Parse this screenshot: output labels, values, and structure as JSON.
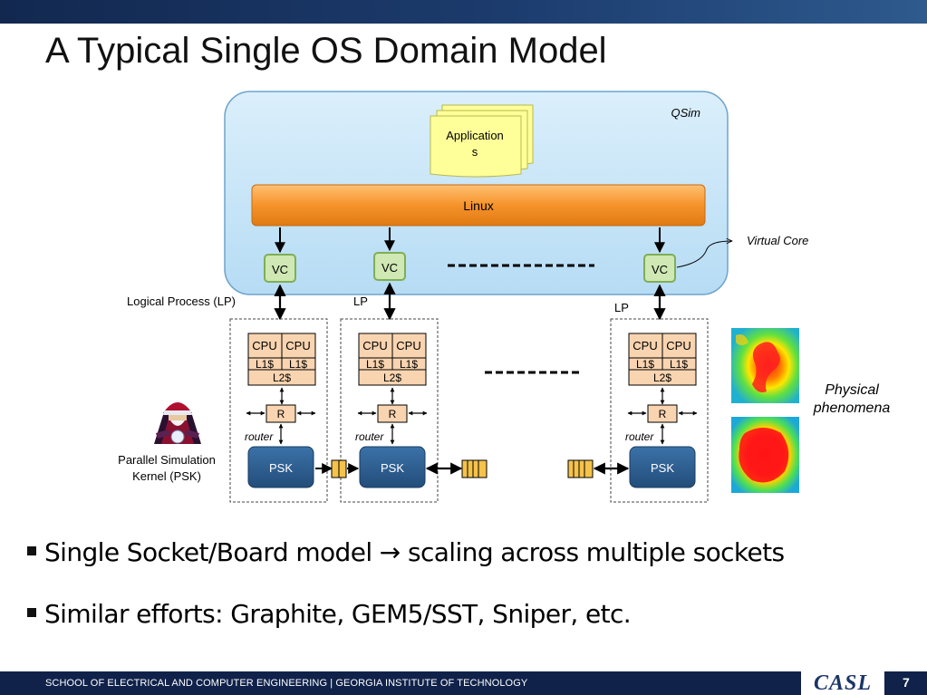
{
  "title": "A Typical Single OS Domain Model",
  "diagram": {
    "qsim_label": "QSim",
    "applications_label": "Application s",
    "applications_line1": "Application",
    "applications_line2": "s",
    "linux_label": "Linux",
    "vc_label": "VC",
    "virtual_core_label": "Virtual Core",
    "lp_full_label": "Logical Process (LP)",
    "lp_label": "LP",
    "cpu_label": "CPU",
    "l1_label": "L1$",
    "l2_label": "L2$",
    "router_box_label": "R",
    "router_label": "router",
    "psk_label": "PSK",
    "psk_caption_line1": "Parallel Simulation",
    "psk_caption_line2": "Kernel (PSK)",
    "physical_line1": "Physical",
    "physical_line2": "phenomena"
  },
  "bullets": [
    "Single Socket/Board model → scaling across multiple sockets",
    "Similar efforts: Graphite, GEM5/SST, Sniper, etc."
  ],
  "footer": {
    "text": "SCHOOL OF ELECTRICAL AND COMPUTER ENGINEERING | GEORGIA INSTITUTE OF TECHNOLOGY",
    "logo": "CASL",
    "page": "7"
  },
  "colors": {
    "qsim_fill": "#bfe0f7",
    "linux_fill": "#f59a2c",
    "vc_fill": "#cfe8b4",
    "cache_fill": "#f9d4b0",
    "psk_fill": "#2e5f8f",
    "app_fill": "#ffff99"
  }
}
